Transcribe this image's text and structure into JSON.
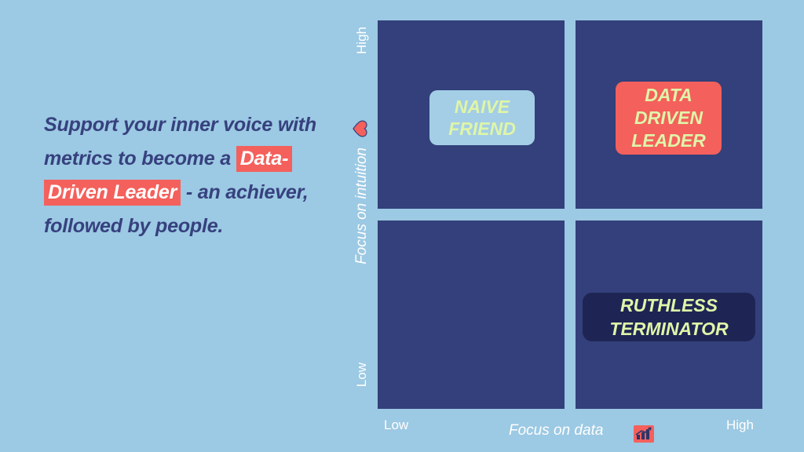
{
  "slide": {
    "background_color": "#9CC9E3",
    "headline": {
      "before": "Support your inner voice with metrics to become a ",
      "highlight": "Data-Driven Leader",
      "after": " - an achiever, followed by people.",
      "text_color": "#36417E",
      "highlight_bg": "#F4605C",
      "highlight_color": "#FFFFFF"
    }
  },
  "chart_data": {
    "type": "matrix",
    "title": "",
    "xlabel": "Focus on data",
    "ylabel": "Focus on intuition",
    "x_ticks": [
      "Low",
      "High"
    ],
    "y_ticks": [
      "Low",
      "High"
    ],
    "quadrant_color": "#33407B",
    "quadrants": [
      {
        "position": "top-left",
        "x": "Low",
        "y": "High",
        "label": "NAIVE\nFRIEND",
        "box_color": "#A4CEE5",
        "text_color": "#DFF5A8"
      },
      {
        "position": "top-right",
        "x": "High",
        "y": "High",
        "label": "DATA\nDRIVEN\nLEADER",
        "box_color": "#F4605C",
        "text_color": "#DFF5A8"
      },
      {
        "position": "bottom-left",
        "x": "Low",
        "y": "Low",
        "label": "",
        "box_color": "",
        "text_color": ""
      },
      {
        "position": "bottom-right",
        "x": "High",
        "y": "Low",
        "label": "RUTHLESS\nTERMINATOR",
        "box_color": "#1E2554",
        "text_color": "#DFF5A8"
      }
    ],
    "icons": {
      "y_axis": "heart-icon",
      "x_axis": "chart-increasing-icon"
    }
  }
}
